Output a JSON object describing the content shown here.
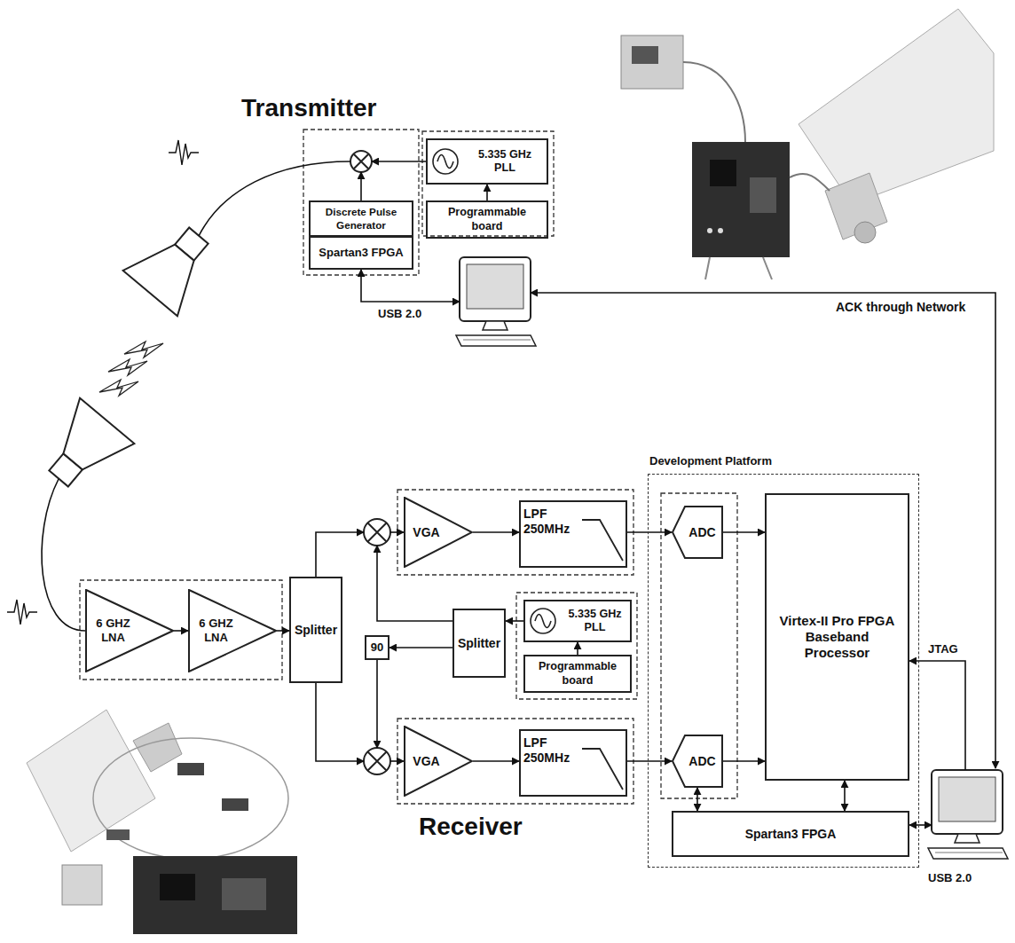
{
  "diagram": {
    "nodes": [
      {
        "text": [
          "5.335 GHz PLL"
        ]
      },
      {
        "text": [
          "Programmable board"
        ]
      },
      {
        "text": [
          "Discrete Pulse Generator"
        ]
      },
      {
        "text": [
          "Spartan3 FPGA"
        ]
      },
      {
        "text": [
          "6 GHZ LNA"
        ]
      },
      {
        "text": [
          "6 GHZ LNA"
        ]
      },
      {
        "text": [
          "Splitter"
        ]
      },
      {
        "text": [
          "VGA"
        ]
      },
      {
        "text": [
          "LPF 250MHz"
        ]
      },
      {
        "text": [
          "Splitter"
        ]
      },
      {
        "text": [
          "90"
        ]
      },
      {
        "text": [
          "5.335 GHz PLL"
        ]
      },
      {
        "text": [
          "Programmable board"
        ]
      },
      {
        "text": [
          "VGA"
        ]
      },
      {
        "text": [
          "LPF 250MHz"
        ]
      },
      {
        "text": [
          "Development Platform"
        ]
      },
      {
        "text": [
          "ADC"
        ],
        "in": 15
      },
      {
        "text": [
          "ADC"
        ],
        "in": 15
      },
      {
        "text": [
          "Virtex-II Pro FPGA Baseband Processor"
        ],
        "in": 15
      },
      {
        "text": [
          "Spartan3 FPGA"
        ],
        "in": 15
      }
    ],
    "edges": [
      {
        "from": 1,
        "to": 0,
        "arrow": "to"
      },
      {
        "from": 4,
        "to": 5,
        "arrow": "to"
      },
      {
        "from": 5,
        "to": 6,
        "arrow": "to"
      },
      {
        "from": 7,
        "to": 8,
        "arrow": "to"
      },
      {
        "from": 8,
        "to": 16,
        "arrow": "to"
      },
      {
        "from": 12,
        "to": 11,
        "arrow": "to"
      },
      {
        "from": 11,
        "to": 9,
        "arrow": "to"
      },
      {
        "from": 9,
        "to": 10,
        "arrow": "to"
      },
      {
        "from": 13,
        "to": 14,
        "arrow": "to"
      },
      {
        "from": 14,
        "to": 17,
        "arrow": "to"
      },
      {
        "from": 16,
        "to": 18,
        "arrow": "to"
      },
      {
        "from": 17,
        "to": 18,
        "arrow": "to"
      },
      {
        "from": 17,
        "to": 19,
        "arrow": "both"
      },
      {
        "from": 18,
        "to": 19,
        "arrow": "both"
      }
    ],
    "labels": [
      "Transmitter",
      "USB 2.0",
      "ACK through Network",
      "JTAG",
      "Receiver",
      "USB 2.0"
    ]
  }
}
